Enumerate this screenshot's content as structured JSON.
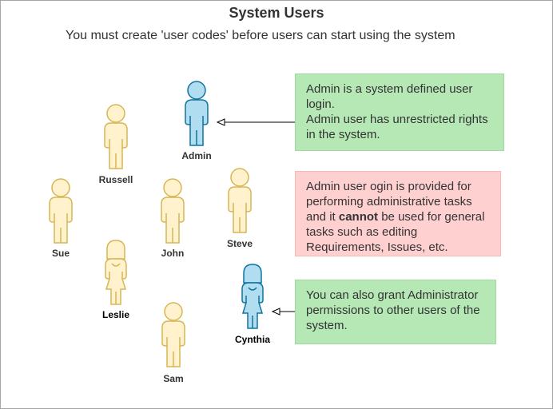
{
  "title": "System Users",
  "subtitle": "You must create 'user codes' before users can start using the system",
  "colors": {
    "user_fill": "#fff2cc",
    "user_stroke": "#d6b656",
    "admin_fill": "#b1ddf0",
    "admin_stroke": "#10739e",
    "note_green": "#b5e8b5",
    "note_red": "#ffd0d0"
  },
  "users": [
    {
      "name": "Admin",
      "icon": "male-user-icon",
      "role": "admin"
    },
    {
      "name": "Russell",
      "icon": "male-user-icon",
      "role": "user"
    },
    {
      "name": "Sue",
      "icon": "male-user-icon",
      "role": "user"
    },
    {
      "name": "John",
      "icon": "male-user-icon",
      "role": "user"
    },
    {
      "name": "Steve",
      "icon": "male-user-icon",
      "role": "user"
    },
    {
      "name": "Leslie",
      "icon": "female-user-icon",
      "role": "user"
    },
    {
      "name": "Cynthia",
      "icon": "female-user-icon",
      "role": "admin"
    },
    {
      "name": "Sam",
      "icon": "male-user-icon",
      "role": "user"
    }
  ],
  "notes": {
    "admin_definition": {
      "line1": "Admin is a system defined user login.",
      "line2": "Admin user has unrestricted rights in the system."
    },
    "admin_warning": {
      "before_bold": "Admin user ogin is provided for performing administrative tasks and it ",
      "bold": "cannot",
      "after_bold": " be used for general tasks such as editing Requirements, Issues, etc."
    },
    "grant_admin": {
      "text": "You can also grant Administrator permissions to other users of the system."
    }
  }
}
